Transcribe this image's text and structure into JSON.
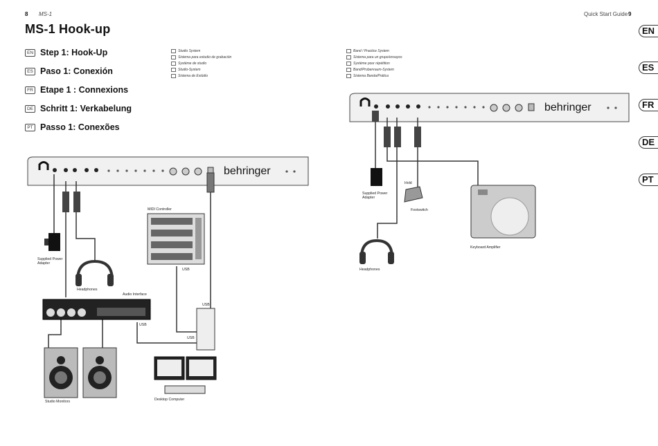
{
  "header": {
    "left_page_number": "8",
    "left_running_head": "MS-1",
    "right_running_head": "Quick Start Guide",
    "right_page_number": "9"
  },
  "title": "MS-1 Hook-up",
  "steps": [
    {
      "code": "EN",
      "text": "Step 1: Hook-Up"
    },
    {
      "code": "ES",
      "text": "Paso 1: Conexión"
    },
    {
      "code": "FR",
      "text": "Etape 1 : Connexions"
    },
    {
      "code": "DE",
      "text": "Schritt 1: Verkabelung"
    },
    {
      "code": "PT",
      "text": "Passo 1: Conexões"
    }
  ],
  "studio_system_labels": [
    {
      "code": "EN",
      "text": "Studio System"
    },
    {
      "code": "ES",
      "text": "Sistema para estudio de grabación"
    },
    {
      "code": "FR",
      "text": "Système de studio"
    },
    {
      "code": "DE",
      "text": "Studio-System"
    },
    {
      "code": "PT",
      "text": "Sistema de Estúdio"
    }
  ],
  "band_system_labels": [
    {
      "code": "EN",
      "text": "Band / Practice System"
    },
    {
      "code": "ES",
      "text": "Sistema para un grupo/ensayos"
    },
    {
      "code": "FR",
      "text": "Système pour répétition"
    },
    {
      "code": "DE",
      "text": "Band/Probenraum-System"
    },
    {
      "code": "PT",
      "text": "Sistema Banda/Prática"
    }
  ],
  "language_tabs": [
    "EN",
    "ES",
    "FR",
    "DE",
    "PT"
  ],
  "brand": "behringer",
  "diagram_left": {
    "power_adapter": "Supplied Power Adapter",
    "headphones": "Headphones",
    "midi_controller": "MIDI Controller",
    "audio_interface": "Audio Interface",
    "usb": "USB",
    "studio_monitors": "Studio Monitors",
    "desktop_computer": "Desktop Computer"
  },
  "diagram_right": {
    "power_adapter": "Supplied Power Adapter",
    "hold": "Hold",
    "footswitch": "Footswitch",
    "keyboard_amplifier": "Keyboard Amplifier",
    "headphones": "Headphones"
  }
}
